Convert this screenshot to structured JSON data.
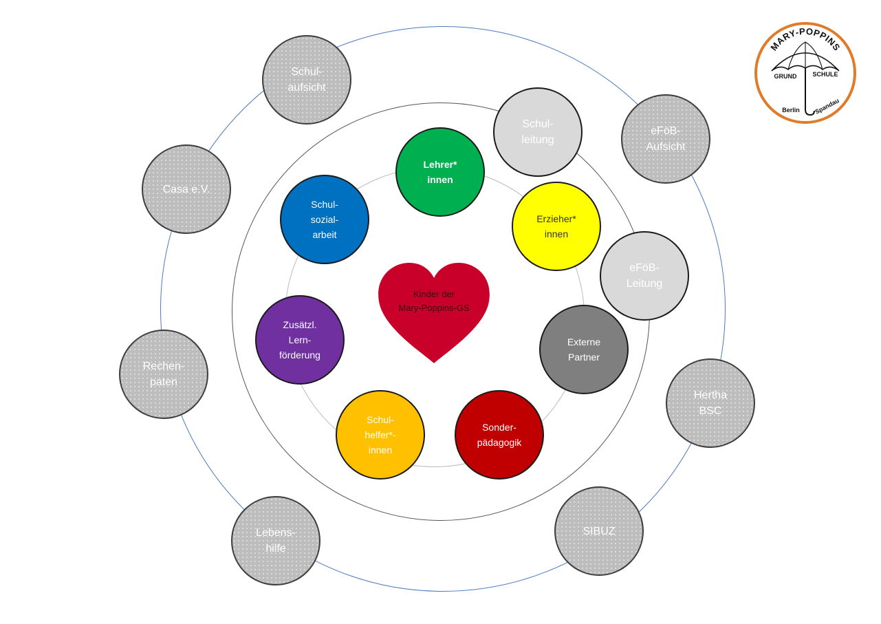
{
  "center": {
    "label": "Kinder der\nMary-Poppins-GS",
    "heart_color": "#c8002a"
  },
  "inner_circle": [
    {
      "id": "lehrer",
      "label": "Lehrer*\ninnen",
      "color": "#00b050",
      "text_color": "#ffffff",
      "bold": true
    },
    {
      "id": "erzieher",
      "label": "Erzieher*\ninnen",
      "color": "#ffff00",
      "text_color": "#333333",
      "bold": false
    },
    {
      "id": "schulsozialarbeit",
      "label": "Schul-\nsozial-\narbeit",
      "color": "#0070c0",
      "text_color": "#ffffff",
      "bold": false
    },
    {
      "id": "lernfoerderung",
      "label": "Zusätzl.\nLern-\nförderung",
      "color": "#7030a0",
      "text_color": "#ffffff",
      "bold": false
    },
    {
      "id": "schulhelfer",
      "label": "Schul-\nhelfer*-\ninnen",
      "color": "#ffc000",
      "text_color": "#ffffff",
      "bold": false
    },
    {
      "id": "sonderpaedagogik",
      "label": "Sonder-\npädagogik",
      "color": "#c00000",
      "text_color": "#ffffff",
      "bold": false
    }
  ],
  "middle_circle": [
    {
      "id": "schulleitung",
      "label": "Schul-\nleitung",
      "color": "#d9d9d9",
      "text_color": "#ffffff"
    },
    {
      "id": "efoeb-leitung",
      "label": "eFöB-\nLeitung",
      "color": "#d9d9d9",
      "text_color": "#ffffff"
    },
    {
      "id": "externe-partner",
      "label": "Externe\nPartner",
      "color": "#7f7f7f",
      "text_color": "#ffffff"
    }
  ],
  "outer_circle": [
    {
      "id": "schulaufsicht",
      "label": "Schul-\naufsicht"
    },
    {
      "id": "efoeb-aufsicht",
      "label": "eFöB-\nAufsicht"
    },
    {
      "id": "casa",
      "label": "Casa e.V."
    },
    {
      "id": "rechenpaten",
      "label": "Rechen-\npaten"
    },
    {
      "id": "hertha",
      "label": "Hertha\nBSC"
    },
    {
      "id": "lebenshilfe",
      "label": "Lebens-\nhilfe"
    },
    {
      "id": "sibuz",
      "label": "SIBUZ"
    }
  ],
  "logo": {
    "top_text": "MARY-POPPINS",
    "band_left": "GRUND",
    "band_right": "SCHULE",
    "bottom_left": "Berlin",
    "bottom_right": "Spandau",
    "ring_color": "#e07b2a"
  }
}
